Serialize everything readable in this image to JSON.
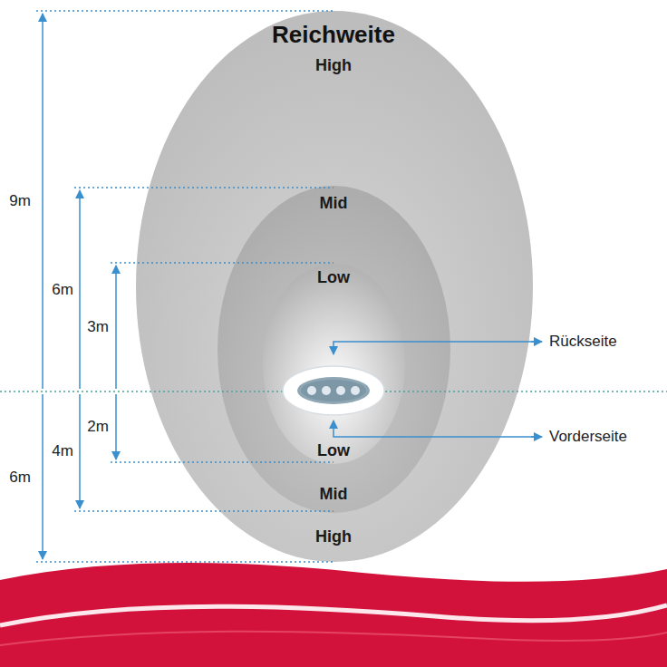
{
  "diagram": {
    "title": "Reichweite",
    "nodes": [
      {
        "text": [
          "High",
          "High"
        ]
      },
      {
        "text": [
          "Mid",
          "Mid"
        ],
        "in": 0
      },
      {
        "text": [
          "Low",
          "Low"
        ],
        "in": 1
      }
    ],
    "labels": [
      "9m",
      "6m",
      "3m",
      "2m",
      "4m",
      "6m",
      "Rückseite",
      "Vorderseite"
    ]
  }
}
